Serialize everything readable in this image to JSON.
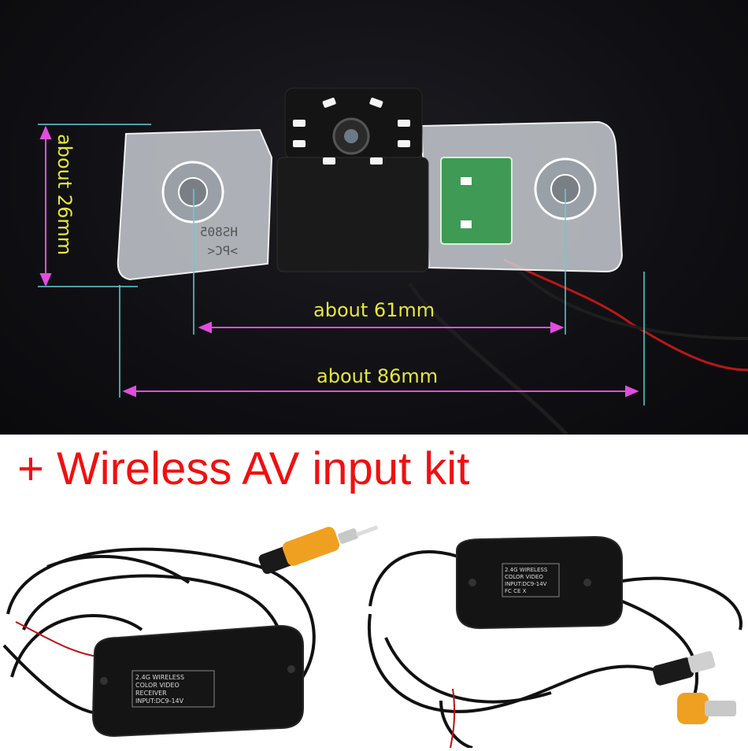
{
  "dimensions": {
    "width_label": "about 61mm",
    "length_label": "about 86mm",
    "height_label": "about 26mm"
  },
  "camera": {
    "imprint_line1": "HS805",
    "imprint_line2": ">PC<"
  },
  "headline": "+ Wireless AV input kit",
  "receiver": {
    "line1": "2.4G WIRELESS",
    "line2": "COLOR  VIDEO",
    "line3": "RECEIVER",
    "line4": "INPUT:DC9-14V"
  },
  "transmitter": {
    "line1": "2.4G WIRELESS",
    "line2": "COLOR  VIDEO",
    "line3": "INPUT:DC9-14V",
    "line4": "FC  CE  X"
  },
  "colors": {
    "dimension_text": "#e6e63a",
    "pink_arrows": "#e24ce0",
    "cyan_guides": "#5fd0d8",
    "headline": "#f01010"
  }
}
